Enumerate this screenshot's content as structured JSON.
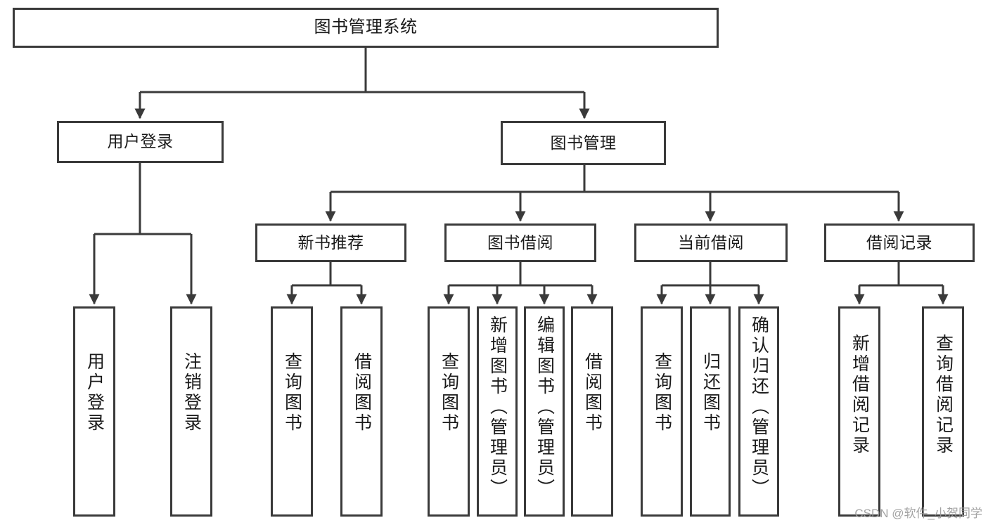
{
  "diagram": {
    "type": "tree-hierarchy-chart",
    "title": "图书管理系统",
    "watermark": "CSDN @软件_小贺同学",
    "colors": {
      "stroke": "#3a3a3a",
      "background": "#ffffff",
      "text": "#1a1a1a",
      "watermark": "#9a9a9a"
    },
    "nodes": {
      "root": {
        "label": "图书管理系统"
      },
      "level1": [
        {
          "id": "user-login",
          "label": "用户登录"
        },
        {
          "id": "book-manage",
          "label": "图书管理"
        }
      ],
      "level2": [
        {
          "id": "new-book-recommend",
          "label": "新书推荐"
        },
        {
          "id": "book-borrow",
          "label": "图书借阅"
        },
        {
          "id": "current-borrow",
          "label": "当前借阅"
        },
        {
          "id": "borrow-record",
          "label": "借阅记录"
        }
      ],
      "leaves": {
        "user_login": [
          {
            "id": "leaf-user-login",
            "label": "用户登录"
          },
          {
            "id": "leaf-logout-login",
            "label": "注销登录"
          }
        ],
        "new_book_recommend": [
          {
            "id": "leaf-query-book-1",
            "label": "查询图书"
          },
          {
            "id": "leaf-borrow-book-1",
            "label": "借阅图书"
          }
        ],
        "book_borrow": [
          {
            "id": "leaf-query-book-2",
            "label": "查询图书"
          },
          {
            "id": "leaf-add-book",
            "label": "新增图书（管理员）"
          },
          {
            "id": "leaf-edit-book",
            "label": "编辑图书（管理员）"
          },
          {
            "id": "leaf-borrow-book-2",
            "label": "借阅图书"
          }
        ],
        "current_borrow": [
          {
            "id": "leaf-query-book-3",
            "label": "查询图书"
          },
          {
            "id": "leaf-return-book",
            "label": "归还图书"
          },
          {
            "id": "leaf-confirm-return",
            "label": "确认归还（管理员）"
          }
        ],
        "borrow_record": [
          {
            "id": "leaf-add-record",
            "label": "新增借阅记录"
          },
          {
            "id": "leaf-query-record",
            "label": "查询借阅记录"
          }
        ]
      }
    }
  }
}
